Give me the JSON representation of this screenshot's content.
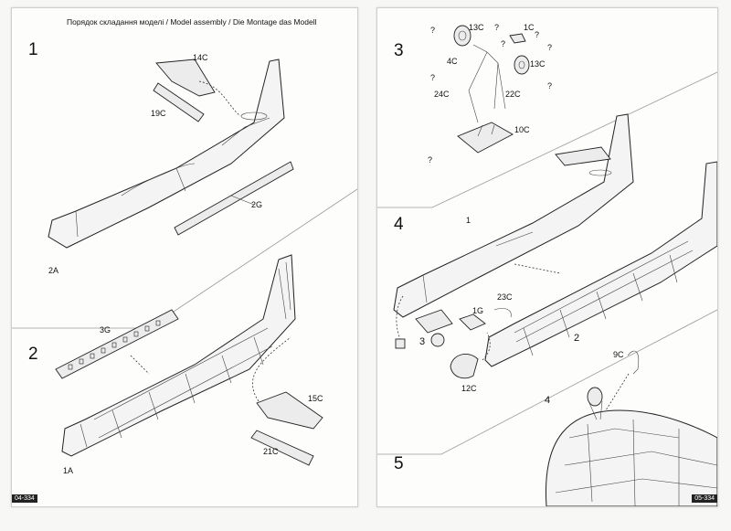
{
  "header": "Порядок складання моделі / Model assembly / Die Montage das Modell",
  "left_page": {
    "code": "04-334",
    "steps": [
      "1",
      "2"
    ],
    "labels": [
      "14C",
      "19C",
      "2G",
      "2A",
      "3G",
      "15C",
      "21C",
      "1A"
    ]
  },
  "right_page": {
    "code": "05-334",
    "steps": [
      "3",
      "4",
      "5"
    ],
    "labels": [
      "13C",
      "1C",
      "4C",
      "13C",
      "24C",
      "22C",
      "10C",
      "1",
      "23C",
      "1G",
      "3",
      "2",
      "12C",
      "9C",
      "4"
    ],
    "unknown_marks": [
      "?",
      "?",
      "?",
      "?",
      "?",
      "?",
      "?",
      "?"
    ]
  }
}
